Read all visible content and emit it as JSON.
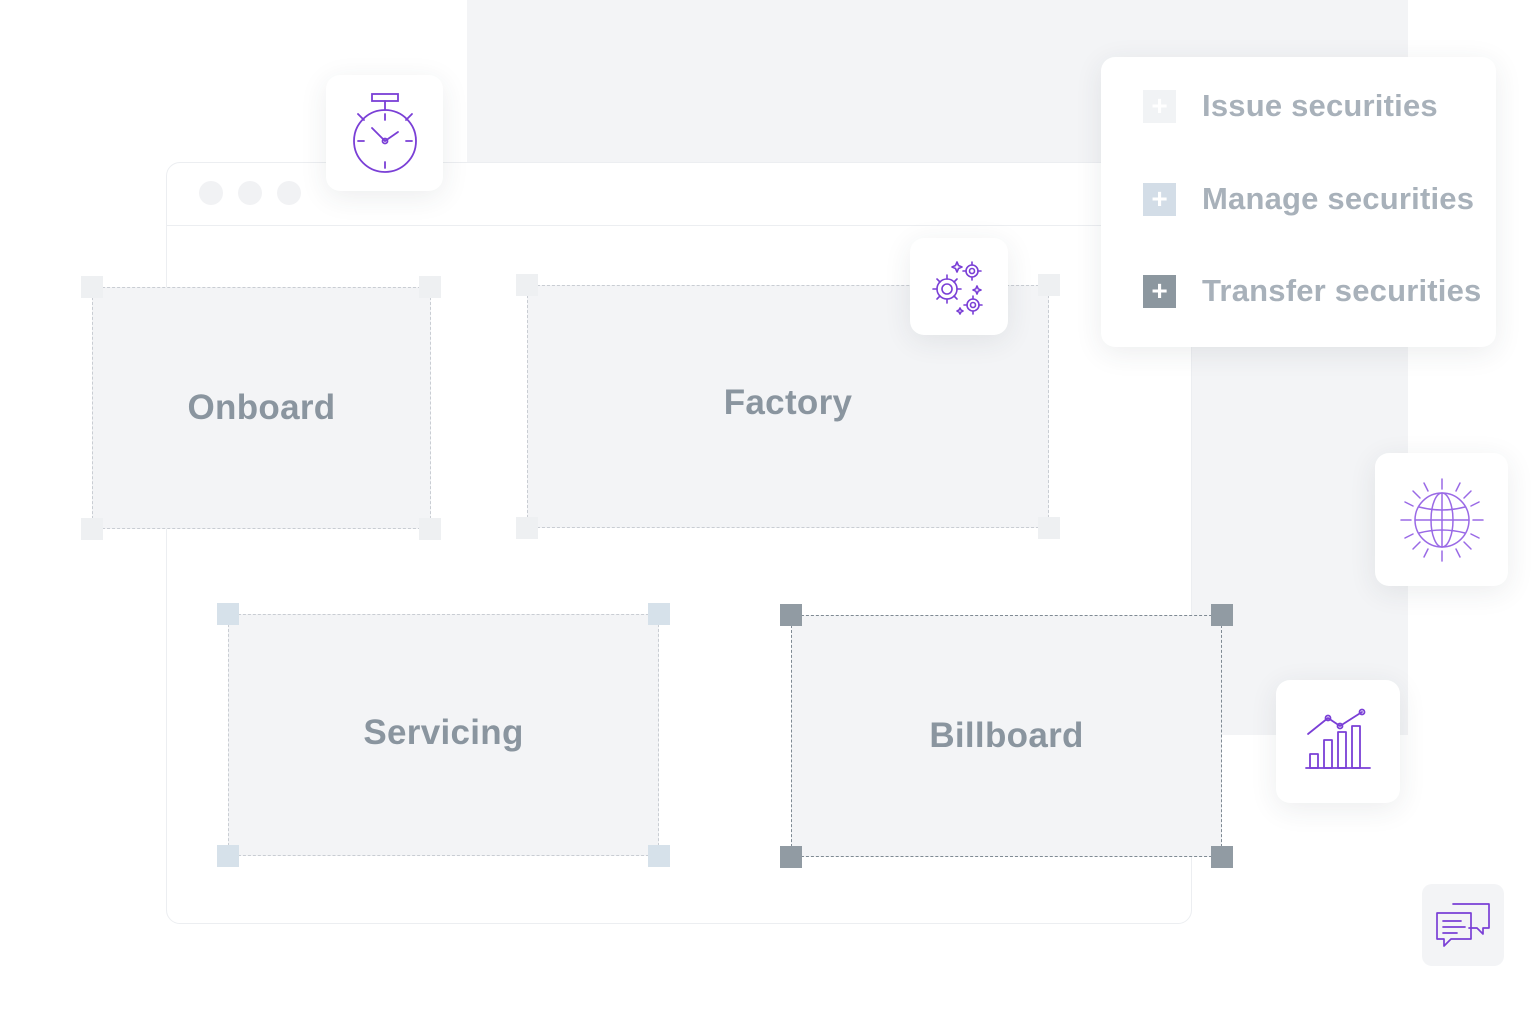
{
  "blocks": {
    "onboard": "Onboard",
    "factory": "Factory",
    "servicing": "Servicing",
    "billboard": "Billboard"
  },
  "menu": {
    "items": [
      {
        "label": "Issue securities",
        "icon": "plus-icon",
        "tone": "#f1f3f5"
      },
      {
        "label": "Manage securities",
        "icon": "plus-icon",
        "tone": "#d3dde7"
      },
      {
        "label": "Transfer securities",
        "icon": "plus-icon",
        "tone": "#8c979f"
      }
    ]
  },
  "icons": {
    "stopwatch": "stopwatch-icon",
    "gears": "gears-icon",
    "globe": "globe-icon",
    "chart": "bar-chart-icon",
    "chat": "chat-bubbles-icon"
  },
  "colors": {
    "accent": "#7a3fd6",
    "block_fill": "#f3f4f6",
    "label": "#8a959f",
    "handle_light": "#eef0f2",
    "handle_blue": "#d6e1ea",
    "handle_dark": "#919ba3"
  }
}
